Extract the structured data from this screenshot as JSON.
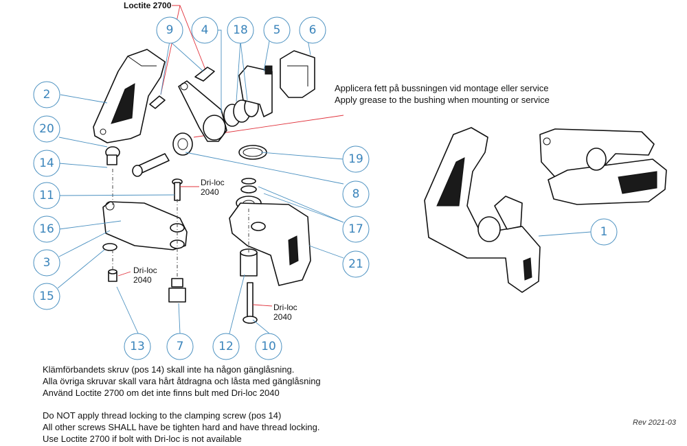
{
  "balloons": {
    "b1": "1",
    "b2": "2",
    "b3": "3",
    "b4": "4",
    "b5": "5",
    "b6": "6",
    "b7": "7",
    "b8": "8",
    "b9": "9",
    "b10": "10",
    "b11": "11",
    "b12": "12",
    "b13": "13",
    "b14": "14",
    "b15": "15",
    "b16": "16",
    "b17": "17",
    "b18": "18",
    "b19": "19",
    "b20": "20",
    "b21": "21"
  },
  "callouts": {
    "loctite": "Loctite 2700",
    "driloc_name": "Dri-loc",
    "driloc_code": "2040"
  },
  "grease_note": {
    "sv": "Applicera fett på bussningen vid montage eller service",
    "en": "Apply grease to the bushing when mounting or service"
  },
  "notes": {
    "sv": [
      "Klämförbandets skruv (pos 14) skall inte ha någon gänglåsning.",
      "Alla övriga skruvar skall vara hårt åtdragna och låsta med gänglåsning",
      "Använd Loctite 2700 om det inte finns bult med Dri-loc 2040"
    ],
    "en": [
      "Do NOT apply thread locking to the clamping screw (pos 14)",
      "All other screws SHALL have be tighten hard and have thread locking.",
      "Use Loctite 2700 if  bolt with Dri-loc is not available"
    ]
  },
  "revision": "Rev 2021-03"
}
